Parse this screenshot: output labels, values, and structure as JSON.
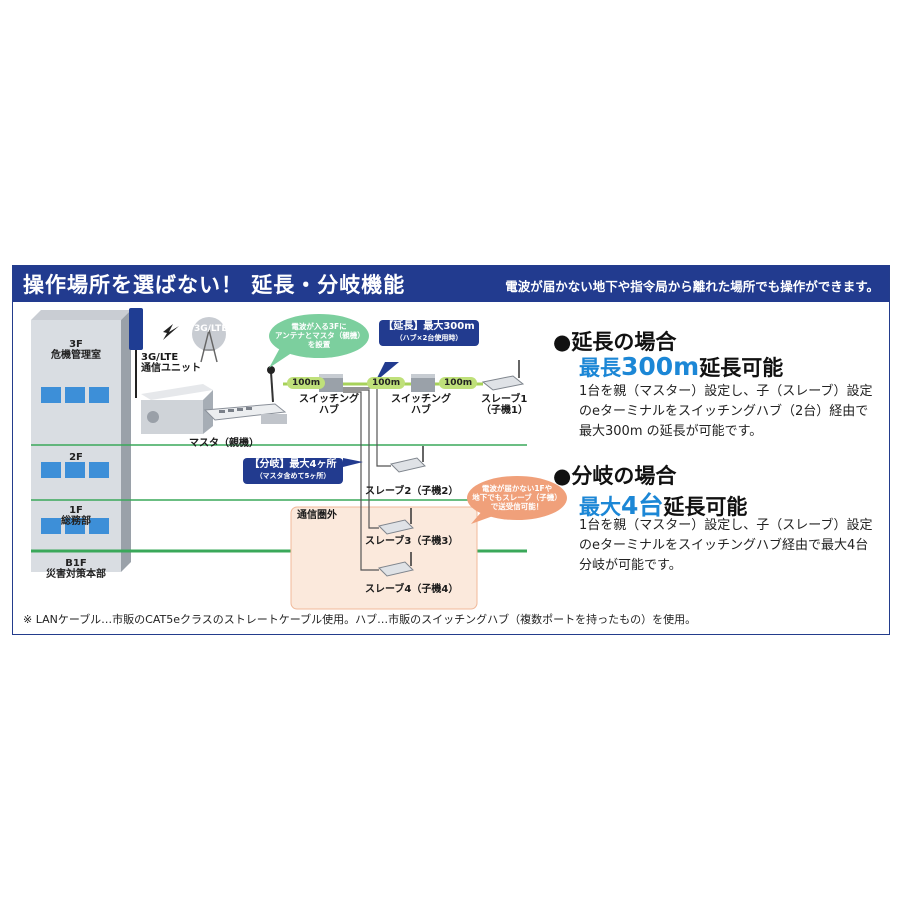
{
  "banner": {
    "title": "操作場所を選ばない！ 延長・分岐機能",
    "subtitle": "電波が届かない地下や指令局から離れた場所でも操作ができます。"
  },
  "building": {
    "floors": [
      {
        "floor": "3F",
        "room": "危機管理室"
      },
      {
        "floor": "2F",
        "room": ""
      },
      {
        "floor": "1F",
        "room": "総務部"
      },
      {
        "floor": "B1F",
        "room": "災害対策本部"
      }
    ]
  },
  "devices": {
    "antenna_badge": "3G/LTE",
    "comm_unit": "3G/LTE\n通信ユニット",
    "master": "マスタ（親機）",
    "hub1": "スイッチング\nハブ",
    "hub2": "スイッチング\nハブ",
    "slave1": "スレーブ1\n（子機1）",
    "slave2": "スレーブ2（子機2）",
    "slave3": "スレーブ3（子機3）",
    "slave4": "スレーブ4（子機4）"
  },
  "cables": {
    "seg1": "100m",
    "seg2": "100m",
    "seg3": "100m"
  },
  "callouts": {
    "green_bubble": "電波が入る3Fに\nアンテナとマスタ（親機）\nを設置",
    "extension": "【延長】最大300m",
    "extension_sub": "（ハブ×2台使用時）",
    "branch": "【分岐】最大4ヶ所",
    "branch_sub": "（マスタ含めて5ヶ所）",
    "out_of_range": "通信圏外",
    "orange_bubble": "電波が届かない1Fや\n地下でもスレーブ（子機）\nで送受信可能！"
  },
  "section_extension": {
    "heading": "●延長の場合",
    "emphasis_prefix": "最長",
    "emphasis_value": "300m",
    "emphasis_suffix": "延長可能",
    "description": "1台を親（マスター）設定し、子（スレーブ）設定のeターミナルをスイッチングハブ（2台）経由で最大300m の延長が可能です。"
  },
  "section_branch": {
    "heading": "●分岐の場合",
    "emphasis_prefix": "最大",
    "emphasis_value": "4台",
    "emphasis_suffix": "延長可能",
    "description": "1台を親（マスター）設定し、子（スレーブ）設定のeターミナルをスイッチングハブ経由で最大4台分岐が可能です。"
  },
  "footnote": "※ LANケーブル…市販のCAT5eクラスのストレートケーブル使用。ハブ…市販のスイッチングハブ（複数ポートを持ったもの）を使用。",
  "colors": {
    "banner": "#223b8f",
    "accent_blue": "#1c87d6",
    "floor_line": "#3aa85a",
    "cable": "#a7d25a",
    "out_of_range_bg": "#fbe9dc",
    "orange_bubble": "#f0a07a",
    "green_bubble": "#7ccf9e"
  }
}
